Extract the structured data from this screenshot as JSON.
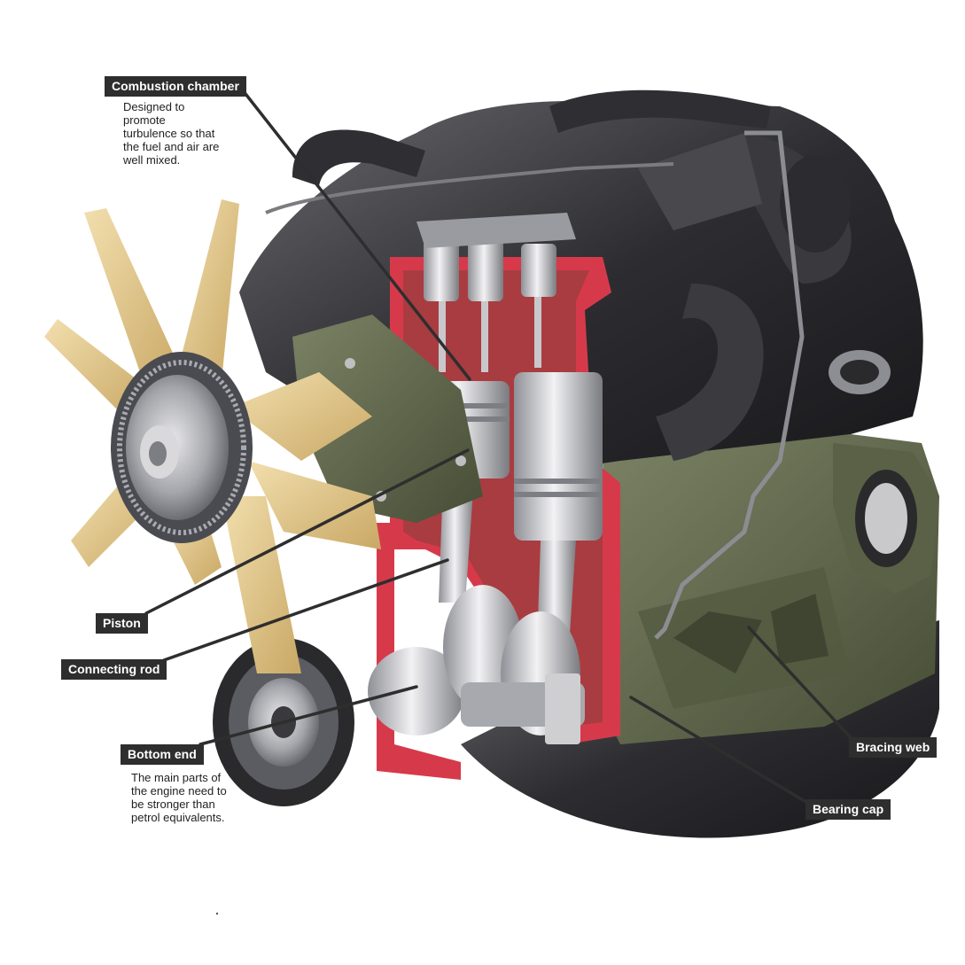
{
  "labels": {
    "combustion_chamber": "Combustion chamber",
    "piston": "Piston",
    "connecting_rod": "Connecting rod",
    "bottom_end": "Bottom end",
    "bracing_web": "Bracing web",
    "bearing_cap": "Bearing cap"
  },
  "descriptions": {
    "combustion_chamber": "Designed to\npromote\nturbulence so that\nthe fuel and air are\nwell mixed.",
    "bottom_end": "The main parts of\nthe engine need to\nbe stronger than\npetrol equivalents."
  },
  "colors": {
    "label_bg": "#2e2e2e",
    "leader_line": "#2e2e2e",
    "engine_block": "#5c6348",
    "cutaway_red": "#d63a4a",
    "fan_yellow": "#e3c98e",
    "metal": "#c8c8cc"
  }
}
